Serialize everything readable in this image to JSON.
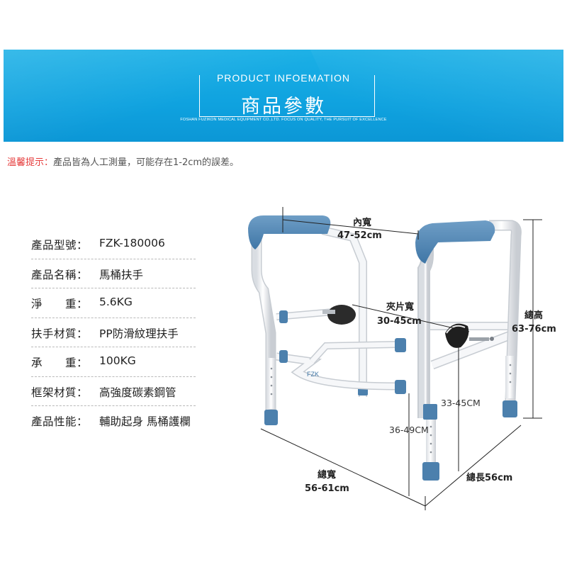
{
  "banner": {
    "en_title": "PRODUCT INFOEMATION",
    "zh_title": "商品參數",
    "slogan": "FOSHAN FUZIKON MEDICAL EQUIPMENT CO.,LTD. FOCUS ON QUALITY, THE PURSUIT OF EXCELLENCE"
  },
  "notice": {
    "label": "溫馨提示：",
    "text": "產品皆為人工測量，可能存在1-2cm的誤差。"
  },
  "specs": [
    {
      "key": "產品型號：",
      "value": "FZK-180006"
    },
    {
      "key": "產品名稱：",
      "value": "馬桶扶手"
    },
    {
      "key": "淨　　重：",
      "value": "5.6KG"
    },
    {
      "key": "扶手材質：",
      "value": "PP防滑紋理扶手"
    },
    {
      "key": "承　　重：",
      "value": "100KG"
    },
    {
      "key": "框架材質：",
      "value": "高強度碳素鋼管"
    },
    {
      "key": "產品性能：",
      "value": "輔助起身 馬桶護欄"
    }
  ],
  "dimensions": {
    "inner_width_label": "內寬",
    "inner_width_value": "47-52cm",
    "clip_width_label": "夾片寬",
    "clip_width_value": "30-45cm",
    "total_height_label": "總高",
    "total_height_value": "63-76cm",
    "side_height_1": "33-45CM",
    "side_height_2": "36-49CM",
    "total_width_label": "總寬",
    "total_width_value": "56-61cm",
    "total_length": "總長56cm"
  },
  "product_logo": "FZK",
  "colors": {
    "banner_blue": "#12a6e1",
    "notice_red": "#e53b3b",
    "pad_blue": "#4f86b5",
    "frame_white": "#f2f4f6"
  }
}
